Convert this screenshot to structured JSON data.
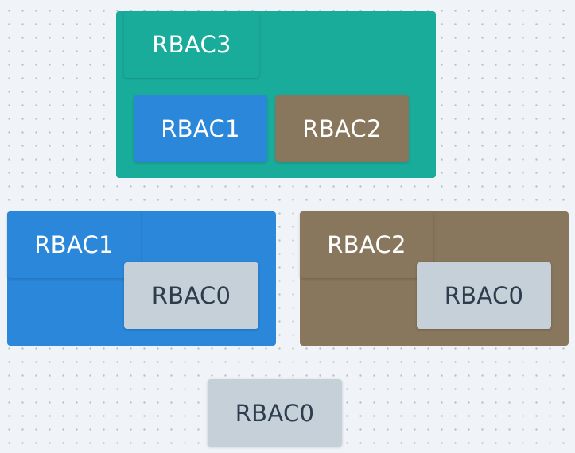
{
  "colors": {
    "background": "#f0f3f7",
    "rbac3": "#1aac9b",
    "rbac1": "#2b87d9",
    "rbac2": "#88775d",
    "rbac0": "#c6d0d9",
    "light_text": "#ffffff",
    "dark_text": "#2e3d4d"
  },
  "rbac3_group": {
    "title": "RBAC3",
    "child1": "RBAC1",
    "child2": "RBAC2"
  },
  "rbac1_group": {
    "title": "RBAC1",
    "child": "RBAC0"
  },
  "rbac2_group": {
    "title": "RBAC2",
    "child": "RBAC0"
  },
  "rbac0_standalone": {
    "label": "RBAC0"
  }
}
